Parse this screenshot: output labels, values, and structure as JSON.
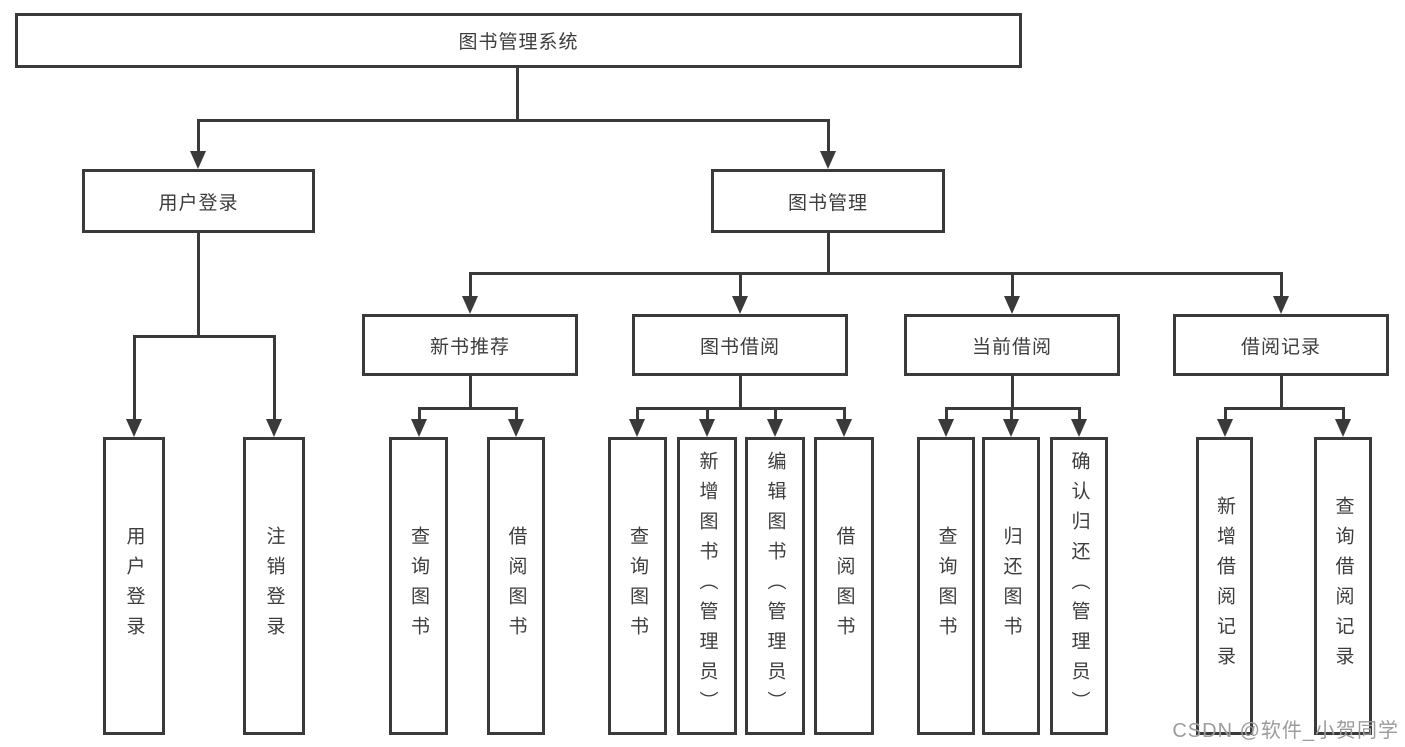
{
  "diagram": {
    "root": "图书管理系统",
    "level2": {
      "user_login": "用户登录",
      "book_mgmt": "图书管理"
    },
    "level3": {
      "new_books": "新书推荐",
      "book_borrow": "图书借阅",
      "current_borrow": "当前借阅",
      "borrow_records": "借阅记录"
    },
    "leaves": {
      "user_login": "用户登录",
      "logout": "注销登录",
      "nb_query": "查询图书",
      "nb_borrow": "借阅图书",
      "bb_query": "查询图书",
      "bb_add": "新增图书（管理员）",
      "bb_edit": "编辑图书（管理员）",
      "bb_borrow": "借阅图书",
      "cb_query": "查询图书",
      "cb_return": "归还图书",
      "cb_confirm": "确认归还（管理员）",
      "br_add": "新增借阅记录",
      "br_query": "查询借阅记录"
    }
  },
  "watermark": "CSDN @软件_小贺同学",
  "colors": {
    "line": "#3a3a3a",
    "text": "#3d3d3d",
    "watermark": "#9c9c9c",
    "background": "#ffffff"
  }
}
